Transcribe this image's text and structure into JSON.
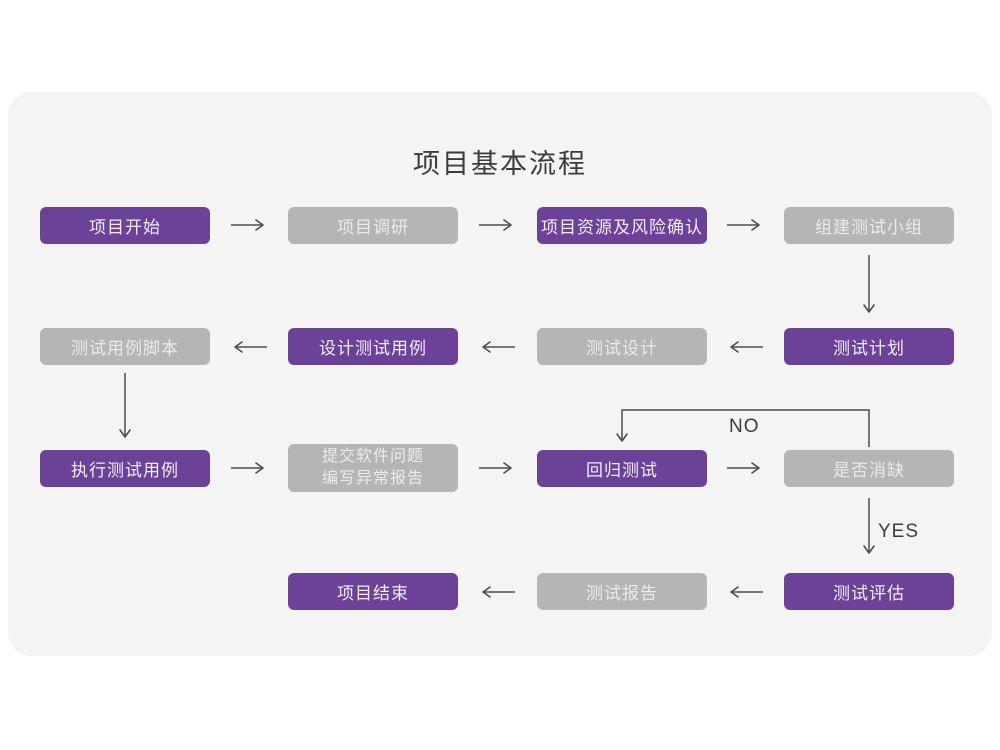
{
  "page": {
    "title": "项目基本流程"
  },
  "flow": {
    "nodes": {
      "start": {
        "label": "项目开始",
        "variant": "purple"
      },
      "research": {
        "label": "项目调研",
        "variant": "gray"
      },
      "risk": {
        "label": "项目资源及风险确认",
        "variant": "purple"
      },
      "team": {
        "label": "组建测试小组",
        "variant": "gray"
      },
      "scripts": {
        "label": "测试用例脚本",
        "variant": "gray"
      },
      "cases": {
        "label": "设计测试用例",
        "variant": "purple"
      },
      "design": {
        "label": "测试设计",
        "variant": "gray"
      },
      "plan": {
        "label": "测试计划",
        "variant": "purple"
      },
      "execute": {
        "label": "执行测试用例",
        "variant": "purple"
      },
      "submit": {
        "label": "提交软件问题\n编写异常报告",
        "variant": "gray"
      },
      "regression": {
        "label": "回归测试",
        "variant": "purple"
      },
      "defect": {
        "label": "是否消缺",
        "variant": "gray"
      },
      "end": {
        "label": "项目结束",
        "variant": "purple"
      },
      "report": {
        "label": "测试报告",
        "variant": "gray"
      },
      "evaluate": {
        "label": "测试评估",
        "variant": "purple"
      }
    },
    "edge_labels": {
      "no": "NO",
      "yes": "YES"
    }
  },
  "colors": {
    "node_purple": "#6c4298",
    "node_gray": "#b5b5b5",
    "arrow": "#4d4d4d",
    "card_background": "#f5f4f5",
    "title_text": "#3c3c3c"
  }
}
